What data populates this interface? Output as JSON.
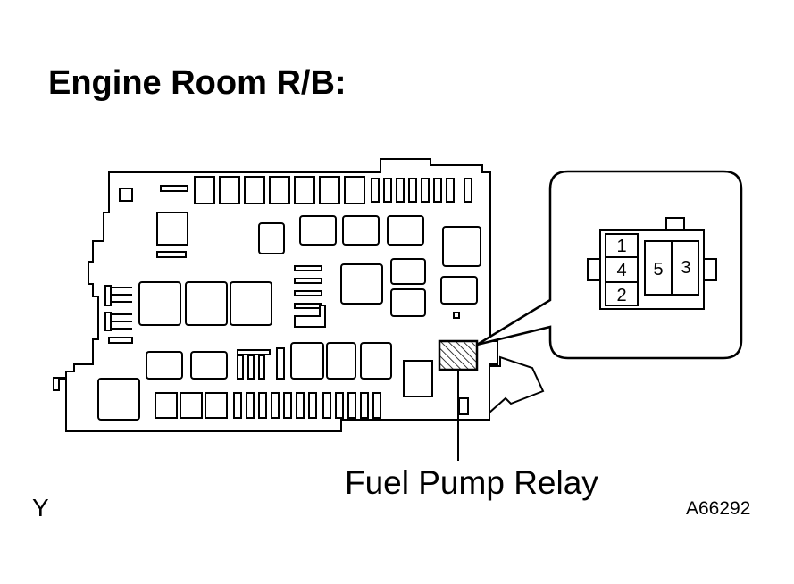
{
  "title": "Engine Room R/B:",
  "callout_label": "Fuel Pump Relay",
  "corner_mark": "Y",
  "figure_code": "A66292",
  "relay_pins": {
    "pin_1": "1",
    "pin_4": "4",
    "pin_2": "2",
    "pin_5": "5",
    "pin_3": "3"
  },
  "colors": {
    "ink": "#000000",
    "paper": "#ffffff"
  }
}
